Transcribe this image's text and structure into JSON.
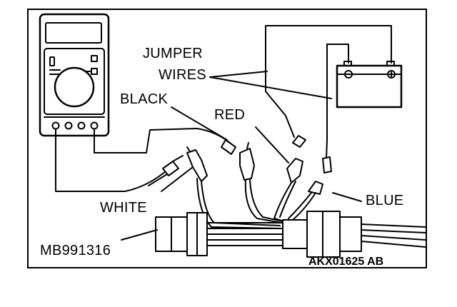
{
  "labels": {
    "jumper_line1": "JUMPER",
    "jumper_line2": "WIRES",
    "black": "BLACK",
    "red": "RED",
    "white": "WHITE",
    "blue": "BLUE",
    "tool": "MB991316",
    "figure_code": "AKX01625 AB"
  },
  "battery": {
    "negative_symbol": "⊖",
    "positive_symbol": "⊕"
  },
  "colors": {
    "ink": "#000000",
    "background": "#ffffff"
  }
}
